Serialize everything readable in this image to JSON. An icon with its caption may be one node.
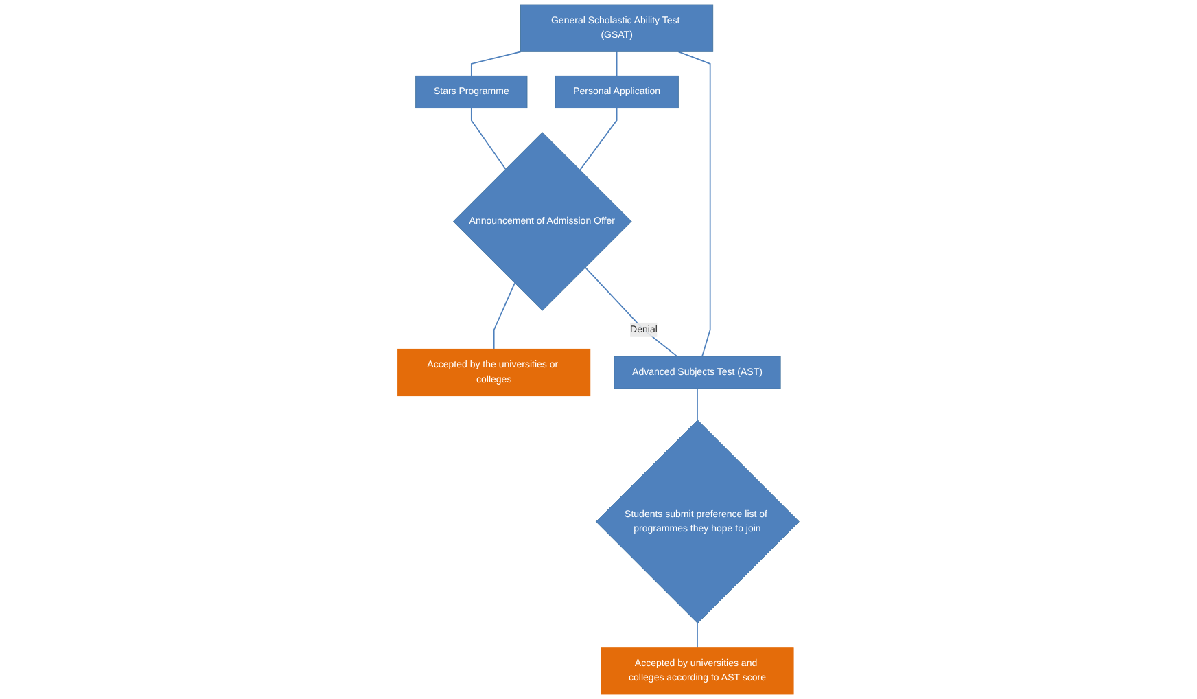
{
  "diagram": {
    "nodes": [
      {
        "text": [
          "General Scholastic Ability Test (GSAT)"
        ]
      },
      {
        "text": [
          "Stars Programme"
        ]
      },
      {
        "text": [
          "Personal Application"
        ]
      },
      {
        "text": [
          "Announcement of Admission Offer"
        ]
      },
      {
        "text": [
          "Accepted by the universities or colleges"
        ]
      },
      {
        "text": [
          "Advanced Subjects Test (AST)"
        ]
      },
      {
        "text": [
          "Students submit preference list of programmes they hope to join"
        ]
      },
      {
        "text": [
          "Accepted by universities and colleges according to AST score"
        ]
      }
    ],
    "edges": [
      {
        "from": 0,
        "to": 1,
        "arrow": "none"
      },
      {
        "from": 0,
        "to": 2,
        "arrow": "none"
      },
      {
        "from": 0,
        "to": 5,
        "arrow": "none"
      },
      {
        "from": 1,
        "to": 3,
        "arrow": "none"
      },
      {
        "from": 2,
        "to": 3,
        "arrow": "none"
      },
      {
        "from": 3,
        "to": 4,
        "arrow": "none"
      },
      {
        "from": 3,
        "to": 5,
        "label": "Denial",
        "arrow": "none"
      },
      {
        "from": 5,
        "to": 6,
        "arrow": "none"
      },
      {
        "from": 6,
        "to": 7,
        "arrow": "none"
      }
    ]
  }
}
